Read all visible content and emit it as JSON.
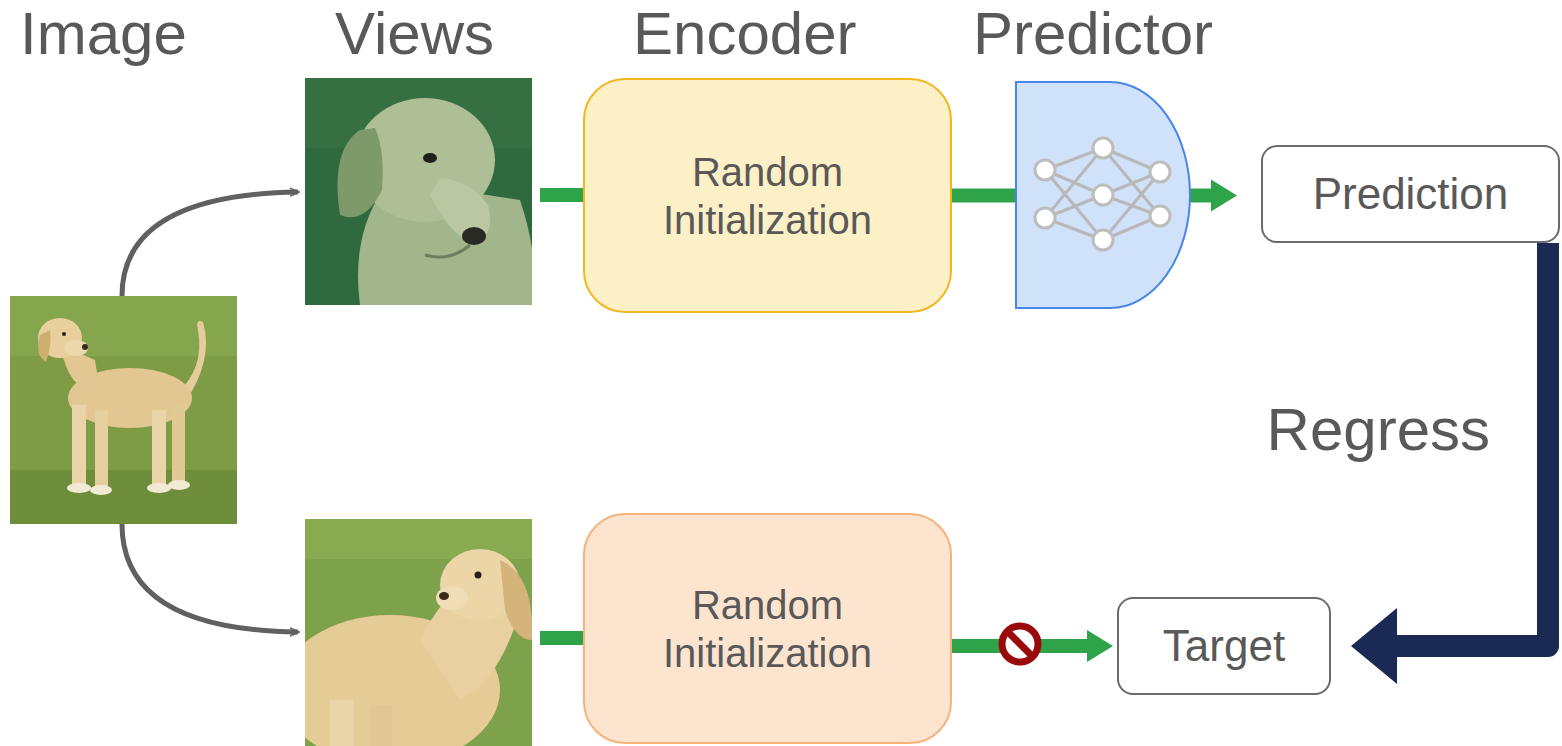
{
  "diagram": {
    "nodes": [
      {
        "text": [
          "Random Initialization"
        ]
      },
      {
        "text": [
          "Prediction"
        ]
      },
      {
        "text": [
          "Random Initialization"
        ]
      },
      {
        "text": [
          "Target"
        ]
      }
    ],
    "edges": [
      {
        "from": 0,
        "to": 1,
        "arrow": "to"
      },
      {
        "from": 2,
        "to": 3,
        "arrow": "to"
      },
      {
        "from": 1,
        "to": 3,
        "arrow": "to",
        "label": "Regress"
      }
    ],
    "labels": [
      "Image",
      "Views",
      "Encoder",
      "Predictor"
    ]
  }
}
